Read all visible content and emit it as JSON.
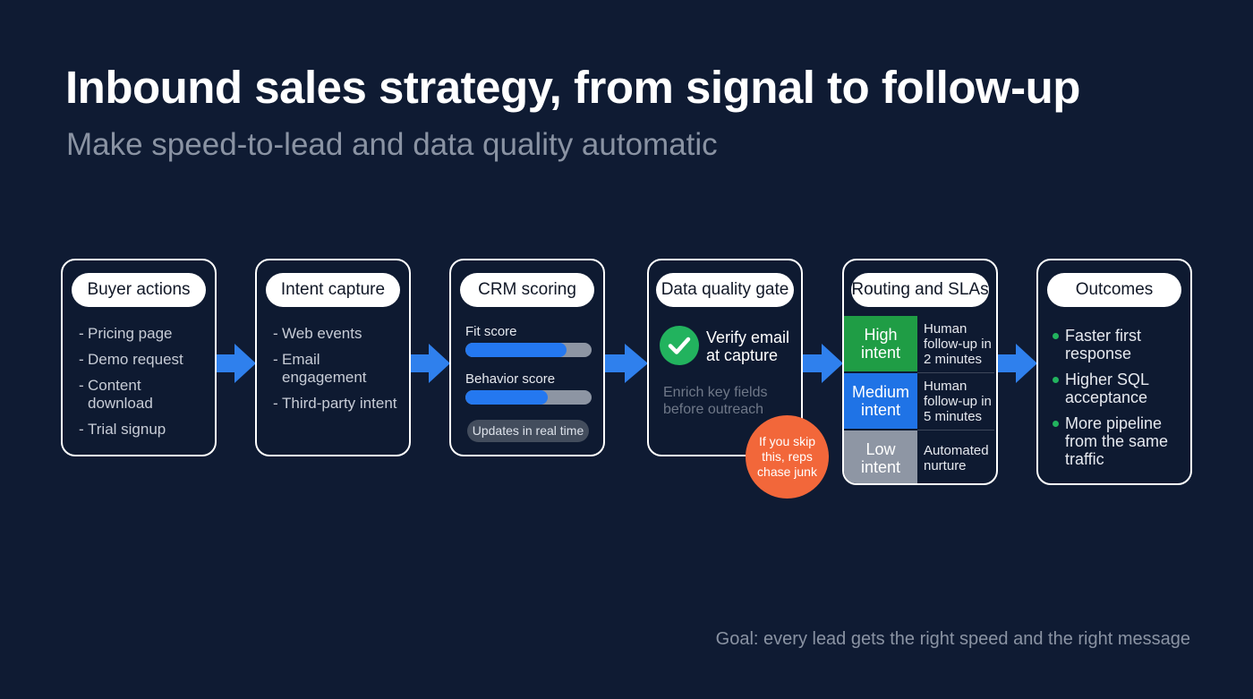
{
  "header": {
    "title": "Inbound sales strategy, from signal to follow-up",
    "subtitle": "Make speed-to-lead and data quality automatic"
  },
  "stages": {
    "buyer_actions": {
      "title": "Buyer actions",
      "items": [
        "Pricing page",
        "Demo request",
        "Content download",
        "Trial signup"
      ]
    },
    "intent_capture": {
      "title": "Intent capture",
      "items": [
        "Web events",
        "Email engagement",
        "Third-party intent"
      ]
    },
    "crm_scoring": {
      "title": "CRM scoring",
      "fit_label": "Fit score",
      "fit_level": 0.8,
      "behavior_label": "Behavior score",
      "behavior_level": 0.65,
      "footer": "Updates in real time"
    },
    "data_quality": {
      "title": "Data quality gate",
      "check_text": "Verify email at capture",
      "enrich_text": "Enrich key fields before outreach",
      "warning": "If you skip this, reps chase junk"
    },
    "routing": {
      "title": "Routing and SLAs",
      "rows": [
        {
          "label": "High intent",
          "desc": "Human follow-up in 2 minutes",
          "color": "#1f9d45"
        },
        {
          "label": "Medium intent",
          "desc": "Human follow-up in 5 minutes",
          "color": "#1f73e6"
        },
        {
          "label": "Low intent",
          "desc": "Automated nurture",
          "color": "#8e96a4"
        }
      ]
    },
    "outcomes": {
      "title": "Outcomes",
      "items": [
        "Faster first response",
        "Higher SQL acceptance",
        "More pipeline from the same traffic"
      ]
    }
  },
  "footer": {
    "goal": "Goal: every lead gets the right speed and the right message"
  },
  "colors": {
    "background": "#0f1b33",
    "arrow": "#2f80ed",
    "warning": "#f2673a",
    "check": "#22b35e"
  }
}
